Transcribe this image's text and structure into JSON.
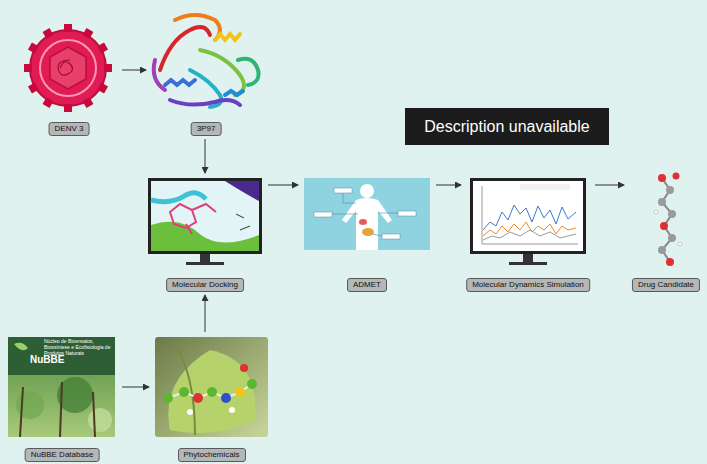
{
  "diagram": {
    "nodes": [
      {
        "text": [
          "DENV 3"
        ]
      },
      {
        "text": [
          "3P97"
        ]
      },
      {
        "text": [
          "Molecular Docking"
        ]
      },
      {
        "text": [
          "ADMET"
        ]
      },
      {
        "text": [
          "Molecular Dynamics Simulation"
        ]
      },
      {
        "text": [
          "Drug Candidate"
        ]
      },
      {
        "text": [
          "NuBBE Database"
        ]
      },
      {
        "text": [
          "Phytochemicals"
        ]
      },
      {
        "text": [
          "Description unavailable"
        ]
      }
    ],
    "edges": [
      {
        "from": 0,
        "to": 1,
        "arrow": "to"
      },
      {
        "from": 1,
        "to": 2,
        "arrow": "to"
      },
      {
        "from": 2,
        "to": 3,
        "arrow": "to"
      },
      {
        "from": 3,
        "to": 4,
        "arrow": "to"
      },
      {
        "from": 4,
        "to": 5,
        "arrow": "to"
      },
      {
        "from": 6,
        "to": 7,
        "arrow": "to"
      },
      {
        "from": 7,
        "to": 2,
        "arrow": "to"
      }
    ],
    "labels": [
      "NuBBE",
      "Núcleo de Bioensaios, Biossíntese e Ecofisiologia de Produtos Naturais"
    ]
  }
}
